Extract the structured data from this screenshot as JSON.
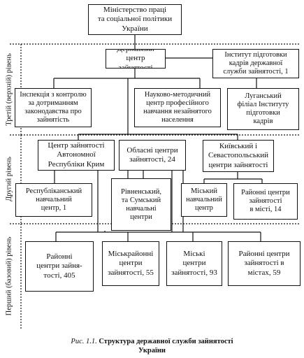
{
  "levels": {
    "third": "Третій (верхній) рівень",
    "second": "Другий рівень",
    "first": "Перший (базовий) рівень"
  },
  "nodes": {
    "ministry": "Міністерство праці\nта соціальної політики\nУкраїни",
    "state_center": "Державний центр\nзайнятості",
    "training_institute": "Інститут підготовки\nкадрів державної\nслужби зайнятості, 1",
    "inspection": "Інспекція з контролю\nза дотриманням\nзаконодавства про\nзайнятість",
    "methodical_center": "Науково-методичний\nцентр професійного\nнавчання незайнятого\nнаселення",
    "luhansk_branch": "Луганський\nфіліал Інституту\nпідготовки\nкадрів",
    "crimea_center": "Центр зайнятості\nАвтономної\nРеспубліки Крим",
    "regional_centers": "Обласні центри\nзайнятості, 24",
    "kyiv_sevastopol": "Київський і\nСевастопольський\nцентри зайнятості",
    "republican_training": "Республіканський\nнавчальний\nцентр, 1",
    "rivne_sumy": "Рівненський,\nта Сумський\nнавчальні\nцентри",
    "city_training": "Міський\nнавчальний\nцентр",
    "city_district_centers": "Районні центри\nзайнятості\nв місті, 14",
    "district_centers": "Районні\nцентри зайня-\nтості, 405",
    "city_district_joint": "Міськрайонні\nцентри\nзайнятості, 55",
    "city_centers": "Міські\nцентри\nзайнятості, 93",
    "district_centers_in_cities": "Районні центри\nзайнятості в\nмістах, 59"
  },
  "caption": {
    "label": "Рис. 1.1.",
    "title": "Структура державної служби зайнятості",
    "title_line2": "України"
  }
}
